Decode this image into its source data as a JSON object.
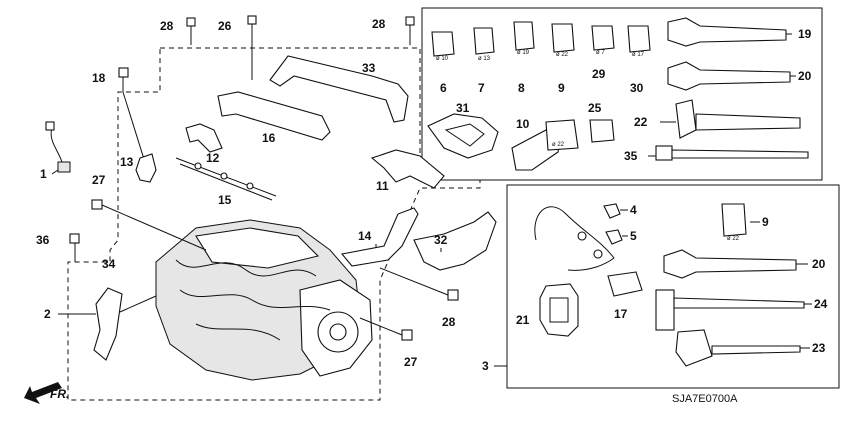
{
  "diagram": {
    "code": "SJA7E0700A",
    "direction_label": "FR.",
    "callouts": [
      "1",
      "2",
      "3",
      "4",
      "5",
      "6",
      "7",
      "8",
      "9",
      "10",
      "11",
      "12",
      "13",
      "14",
      "15",
      "16",
      "17",
      "18",
      "19",
      "20",
      "21",
      "22",
      "23",
      "24",
      "25",
      "26",
      "27",
      "28",
      "29",
      "30",
      "31",
      "32",
      "33",
      "34",
      "35",
      "36"
    ],
    "connector_sizes": {
      "p6": "ø 10",
      "p7": "ø 13",
      "p8": "ø 19",
      "p9": "ø 22",
      "p29": "ø 7",
      "p30": "ø 17",
      "p10": "ø 22",
      "p9b": "ø 22"
    }
  }
}
